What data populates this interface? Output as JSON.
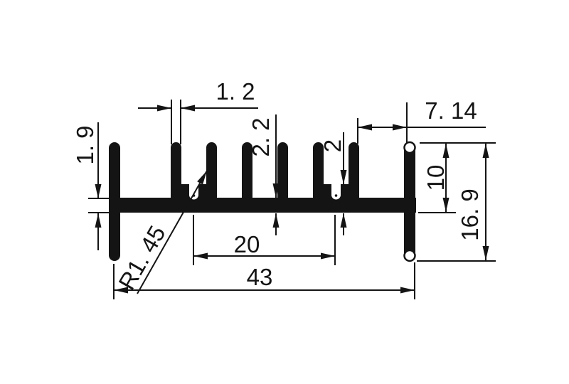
{
  "drawing": {
    "background_color": "#ffffff",
    "ink_color": "#141414",
    "labels": {
      "fin_width": "1. 2",
      "base_edge_thickness": "1. 9",
      "base_thickness": "2. 2",
      "boss_height": "2",
      "end_gap": "7. 14",
      "fin_height": "10",
      "overall_height": "16. 9",
      "boss_spacing": "20",
      "overall_width": "43",
      "slot_radius": "R1. 45"
    }
  }
}
